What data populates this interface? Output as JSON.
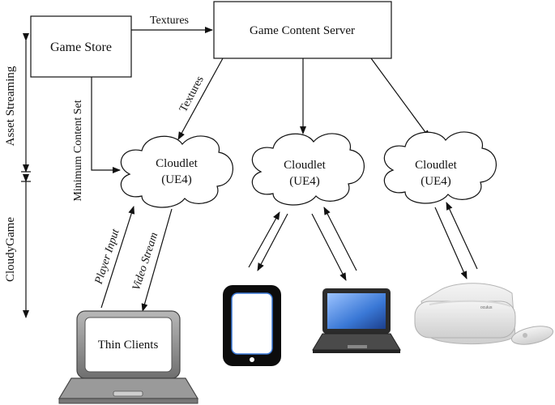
{
  "side_labels": {
    "asset_streaming": "Asset Streaming",
    "cloudy_game": "CloudyGame"
  },
  "boxes": {
    "game_store": "Game Store",
    "game_content_server": "Game Content Server"
  },
  "edges": {
    "store_to_server": "Textures",
    "server_to_cloudlet": "Textures",
    "store_to_cloudlet": "Minimum Content Set",
    "player_input": "Player Input",
    "video_stream": "Video Stream"
  },
  "cloudlets": [
    {
      "line1": "Cloudlet",
      "line2": "(UE4)"
    },
    {
      "line1": "Cloudlet",
      "line2": "(UE4)"
    },
    {
      "line1": "Cloudlet",
      "line2": "(UE4)"
    }
  ],
  "clients": {
    "thin_clients": "Thin Clients"
  },
  "icons": [
    "laptop-icon",
    "phone-icon",
    "laptop-icon",
    "vr-headset-icon",
    "vr-controller-icon"
  ],
  "colors": {
    "screen_blue": "#3a78d6",
    "laptop_gray": "#8a8a8a",
    "headset_white": "#e6e6e6"
  }
}
